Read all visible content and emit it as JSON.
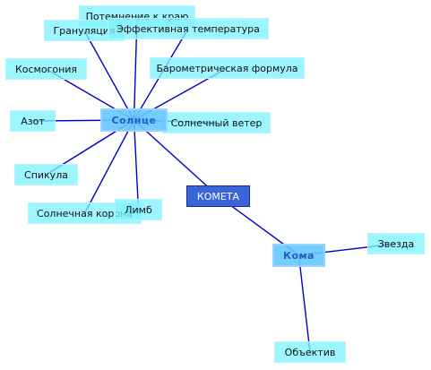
{
  "nodes": {
    "potemnenie": "Потемнение к краю",
    "granulyaciya": "Грануляция",
    "effektivnaya": "Эффективная температура",
    "kosmogoniya": "Космогония",
    "barometr": "Барометрическая формула",
    "azot": "Азот",
    "solnce": "Солнце",
    "veter": "Солнечный ветер",
    "spikula": "Спикула",
    "kometa": "КОМЕТА",
    "limb": "Лимб",
    "korona": "Солнечная корона",
    "zvezda": "Звезда",
    "koma": "Кома",
    "obektiv": "Объектив"
  },
  "edges": [
    [
      "solnce",
      "potemnenie"
    ],
    [
      "solnce",
      "granulyaciya"
    ],
    [
      "solnce",
      "effektivnaya"
    ],
    [
      "solnce",
      "kosmogoniya"
    ],
    [
      "solnce",
      "barometr"
    ],
    [
      "solnce",
      "azot"
    ],
    [
      "solnce",
      "veter"
    ],
    [
      "solnce",
      "spikula"
    ],
    [
      "solnce",
      "korona"
    ],
    [
      "solnce",
      "limb"
    ],
    [
      "solnce",
      "kometa"
    ],
    [
      "kometa",
      "koma"
    ],
    [
      "koma",
      "zvezda"
    ],
    [
      "koma",
      "obektiv"
    ]
  ],
  "colors": {
    "edge": "#0000cc",
    "leaf_fill": "#80f2ff",
    "hub_fill": "#66c8ff",
    "hub_text": "#1f5fc6",
    "root_fill": "#3a64d8",
    "root_border": "#1a2a9a",
    "root_text": "#ffffff"
  }
}
